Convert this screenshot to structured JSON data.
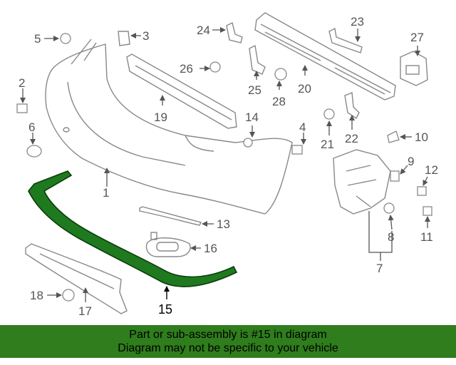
{
  "diagram": {
    "callouts": [
      "1",
      "2",
      "3",
      "4",
      "5",
      "6",
      "7",
      "8",
      "9",
      "10",
      "11",
      "12",
      "13",
      "14",
      "15",
      "16",
      "17",
      "18",
      "19",
      "20",
      "21",
      "22",
      "23",
      "24",
      "25",
      "26",
      "27",
      "28"
    ],
    "highlighted_part": "15",
    "colors": {
      "highlight": "#1f7a1f",
      "banner": "#2f7d1c",
      "line": "#888888"
    }
  },
  "banner": {
    "line1": "Part or sub-assembly is #15 in diagram",
    "line2": "Diagram may not be specific to your vehicle"
  }
}
